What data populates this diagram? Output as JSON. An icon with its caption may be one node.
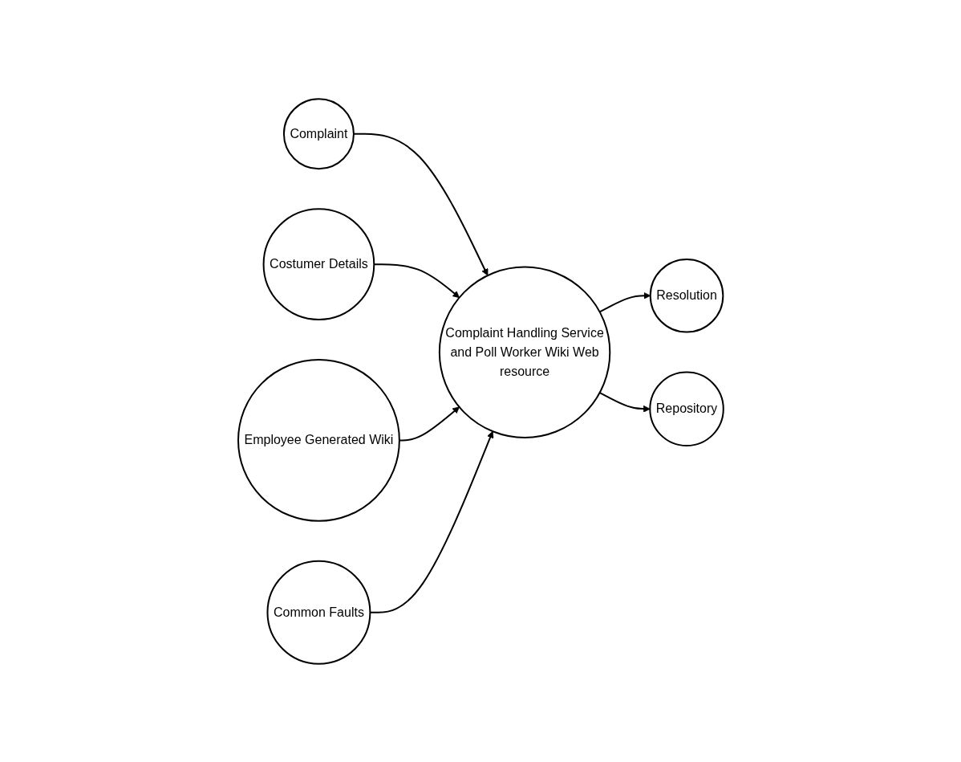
{
  "diagram": {
    "nodes": [
      {
        "text": [
          "Complaint"
        ]
      },
      {
        "text": [
          "Employee Generated Wiki"
        ]
      },
      {
        "text": [
          "Costumer Details"
        ]
      },
      {
        "text": [
          "Complaint Handling Service and Poll Worker Wiki Web resource"
        ]
      },
      {
        "text": [
          "Common Faults"
        ]
      },
      {
        "text": [
          "Resolution"
        ]
      },
      {
        "text": [
          "Repository"
        ]
      }
    ],
    "edges": [
      {
        "from": 0,
        "to": 3,
        "arrow": "to"
      },
      {
        "from": 2,
        "to": 3,
        "arrow": "to"
      },
      {
        "from": 1,
        "to": 3,
        "arrow": "to"
      },
      {
        "from": 4,
        "to": 3,
        "arrow": "to"
      },
      {
        "from": 3,
        "to": 5,
        "arrow": "to"
      },
      {
        "from": 3,
        "to": 6,
        "arrow": "to"
      }
    ]
  }
}
